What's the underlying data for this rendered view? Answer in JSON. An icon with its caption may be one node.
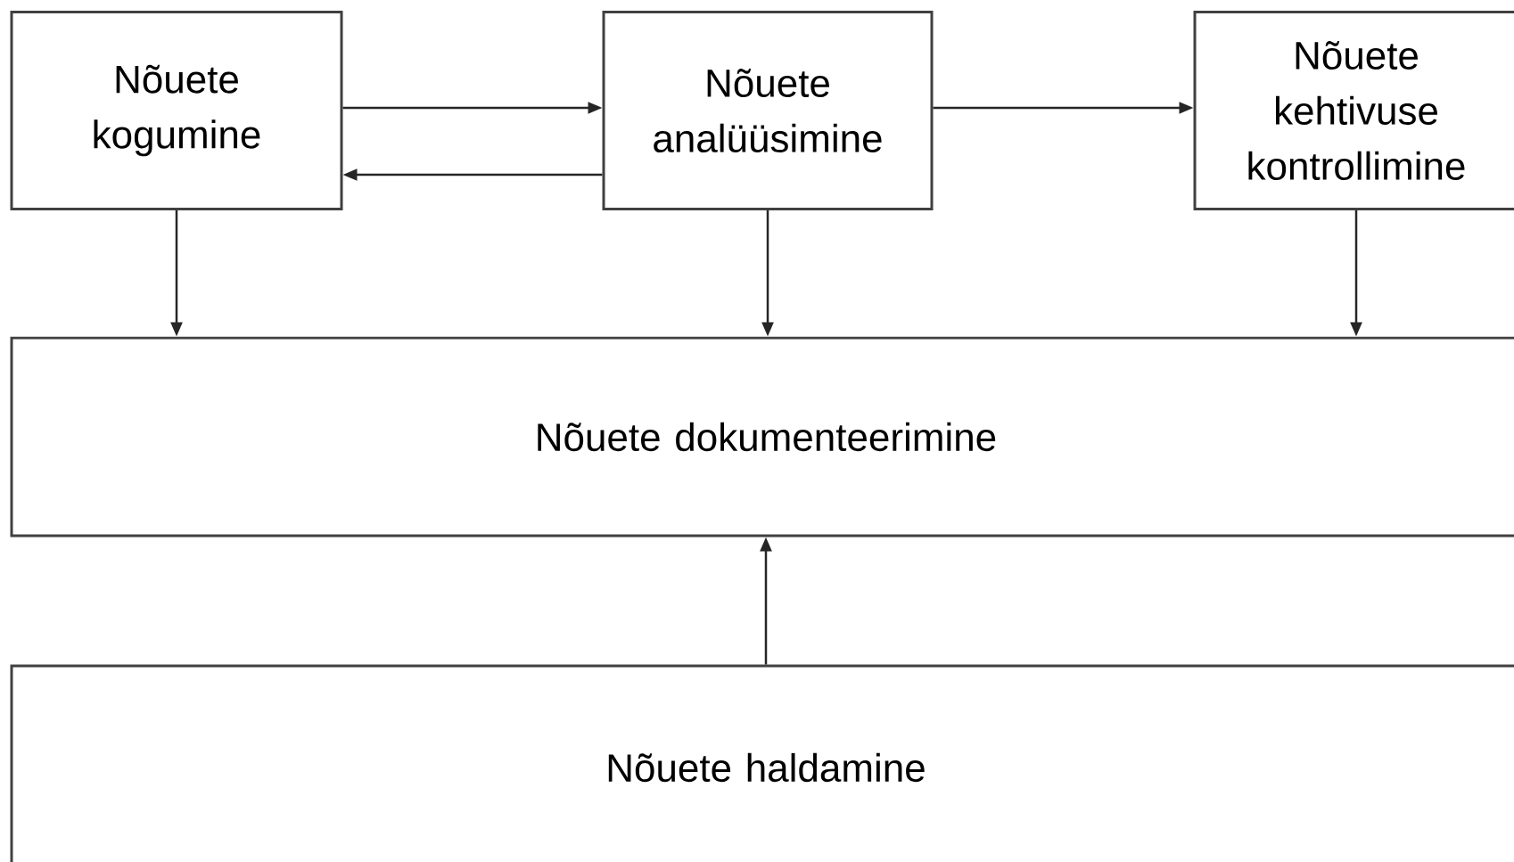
{
  "diagram": {
    "nodes": [
      {
        "text": [
          "Nõuete kogumine"
        ]
      },
      {
        "text": [
          "Nõuete analüüsimine"
        ]
      },
      {
        "text": [
          "Nõuete kehtivuse kontrollimine"
        ]
      },
      {
        "text": [
          "Nõuete dokumenteerimine"
        ]
      },
      {
        "text": [
          "Nõuete haldamine"
        ]
      }
    ],
    "edges": [
      {
        "from": 0,
        "to": 1,
        "arrow": "to"
      },
      {
        "from": 1,
        "to": 0,
        "arrow": "to"
      },
      {
        "from": 1,
        "to": 2,
        "arrow": "to"
      },
      {
        "from": 0,
        "to": 3,
        "arrow": "to"
      },
      {
        "from": 1,
        "to": 3,
        "arrow": "to"
      },
      {
        "from": 2,
        "to": 3,
        "arrow": "to"
      },
      {
        "from": 4,
        "to": 3,
        "arrow": "to"
      }
    ]
  }
}
